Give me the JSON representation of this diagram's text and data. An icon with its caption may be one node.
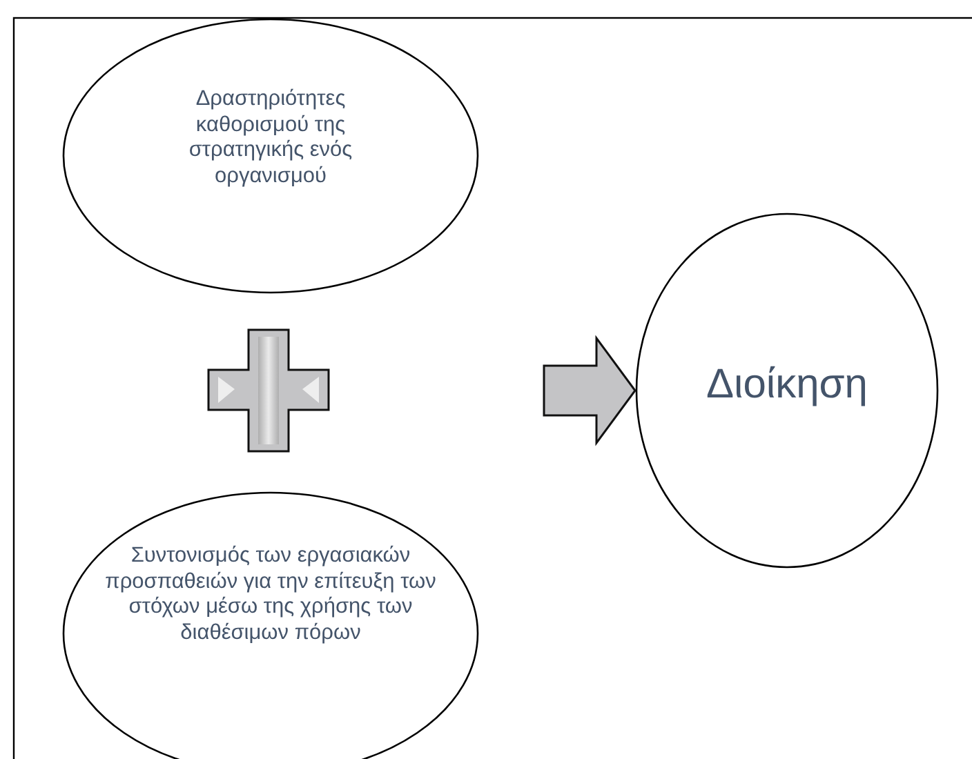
{
  "diagram": {
    "nodes": [
      {
        "text": [
          "Δραστηριότητες καθορισμού της στρατηγικής ενός οργανισμού"
        ]
      },
      {
        "text": [
          "Συντονισμός των εργασιακών προσπαθειών για την επίτευξη των στόχων μέσω της χρήσης των διαθέσιμων πόρων"
        ]
      },
      {
        "text": [
          "Διοίκηση"
        ]
      }
    ],
    "edges": [
      {
        "from": null,
        "to": 2,
        "arrow": "to"
      }
    ]
  }
}
